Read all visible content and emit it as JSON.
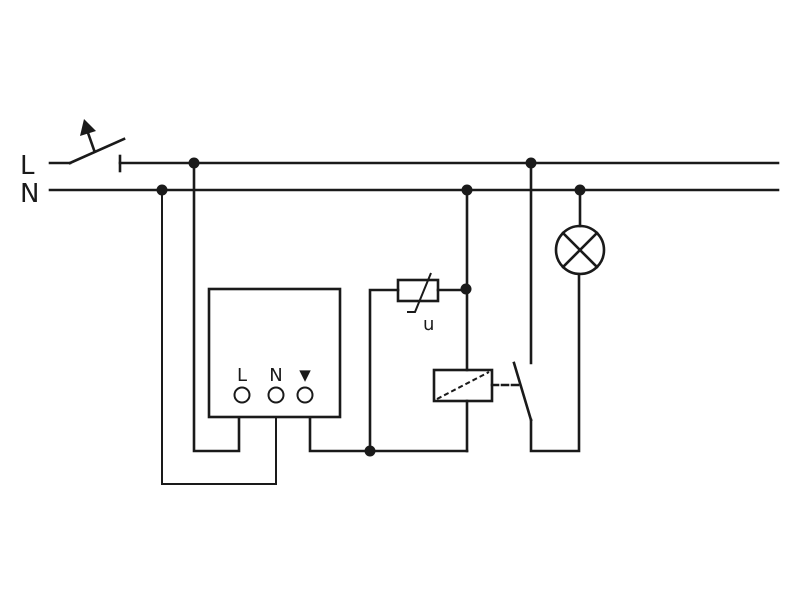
{
  "labels": {
    "line": "L",
    "neutral": "N",
    "device_L": "L",
    "device_N": "N",
    "device_out": "▼",
    "varistor_u": "u"
  },
  "colors": {
    "stroke": "#1a1a1a",
    "background": "#ffffff"
  }
}
